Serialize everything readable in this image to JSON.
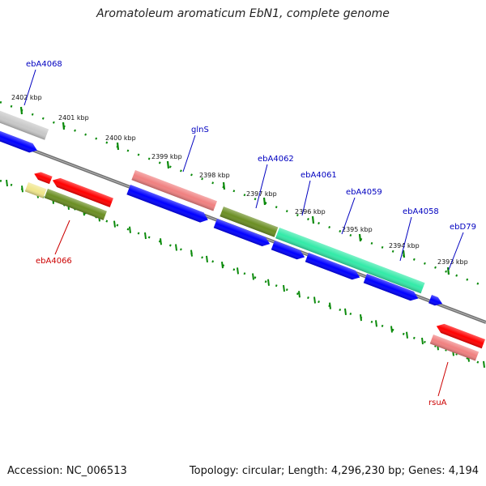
{
  "title": "Aromatoleum aromaticum EbN1, complete genome",
  "footer": {
    "accession": "Accession: NC_006513",
    "summary": "Topology: circular; Length: 4,296,230 bp; Genes: 4,194"
  },
  "ticks": [
    "2402 kbp",
    "2401 kbp",
    "2400 kbp",
    "2399 kbp",
    "2398 kbp",
    "2397 kbp",
    "2396 kbp",
    "2395 kbp",
    "2394 kbp",
    "2393 kbp"
  ],
  "gene_labels_top": [
    "ebA4068",
    "glnS",
    "ebA4062",
    "ebA4061",
    "ebA4059",
    "ebA4058",
    "ebD79"
  ],
  "gene_labels_bottom": [
    "ebA4066",
    "rsuA"
  ],
  "colors": {
    "cds_blue": "#0000ff",
    "red": "#ff0000",
    "pink": "#f08080",
    "olive": "#6b8e23",
    "aqua": "#33eaa8",
    "gray": "#c8c8c8",
    "khaki": "#f0e68c",
    "backbone": "#808080",
    "tick_green": "#0a8a0a",
    "label_top": "#0000c0",
    "label_bottom": "#cc0000"
  }
}
